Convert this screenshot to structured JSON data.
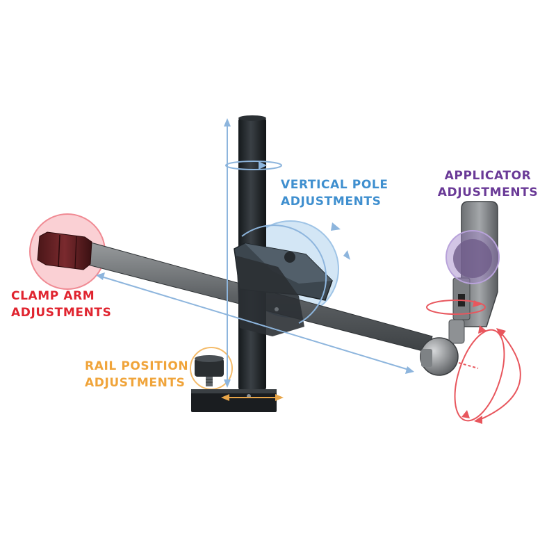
{
  "labels": {
    "vertical_pole": [
      "VERTICAL POLE",
      "ADJUSTMENTS"
    ],
    "applicator": [
      "APPLICATOR",
      "ADJUSTMENTS"
    ],
    "clamp_arm": [
      "CLAMP ARM",
      "ADJUSTMENTS"
    ],
    "rail_position": [
      "RAIL POSITION",
      "ADJUSTMENTS"
    ]
  },
  "colors": {
    "vertical_pole": "#3f8fcf",
    "applicator": "#6a3a97",
    "clamp_arm": "#e0242f",
    "rail_position": "#f0a43a",
    "arrow_blue": "#8db5dd",
    "arrow_red": "#e8565d",
    "arrow_orange": "#e8a548"
  }
}
